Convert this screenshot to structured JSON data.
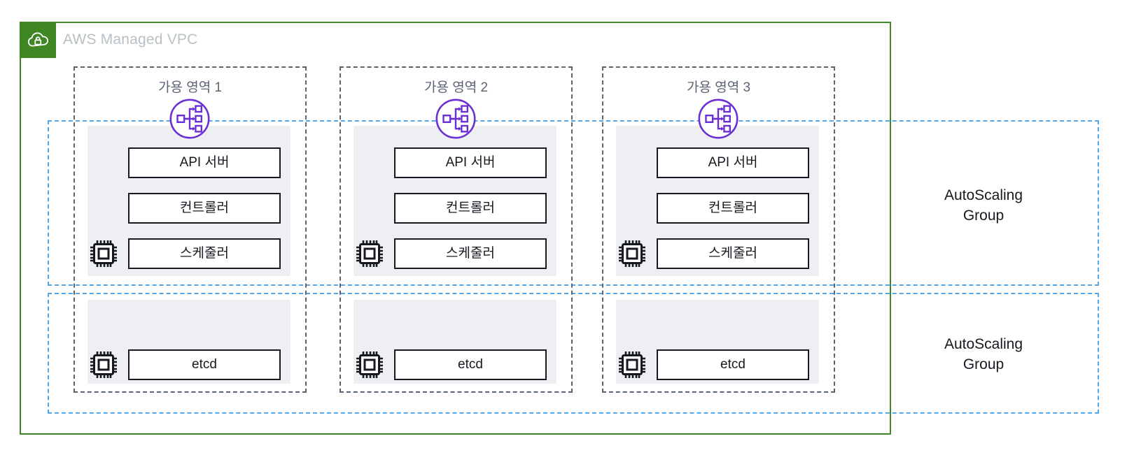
{
  "vpc": {
    "title": "AWS Managed VPC",
    "icon": "vpc-cloud-lock-icon",
    "border_color": "#3F8624",
    "title_color": "#B9C1C5"
  },
  "availability_zones": [
    {
      "label": "가용 영역 1",
      "elb_icon": "elastic-load-balancer-icon"
    },
    {
      "label": "가용 영역 2",
      "elb_icon": "elastic-load-balancer-icon"
    },
    {
      "label": "가용 영역 3",
      "elb_icon": "elastic-load-balancer-icon"
    }
  ],
  "az_border_color": "#5A6475",
  "autoscaling_groups": [
    {
      "label_line1": "AutoScaling",
      "label_line2": "Group",
      "position": "top"
    },
    {
      "label_line1": "AutoScaling",
      "label_line2": "Group",
      "position": "bottom"
    }
  ],
  "asg_border_color": "#53A7E8",
  "control_plane_nodes": [
    {
      "label": "API 서버"
    },
    {
      "label": "컨트롤러"
    },
    {
      "label": "스케줄러"
    }
  ],
  "datastore_nodes": [
    {
      "label": "etcd"
    }
  ],
  "instance_icon": "cpu-chip-icon",
  "panel_color": "#EDEFF3",
  "node_border_color": "#16191F"
}
